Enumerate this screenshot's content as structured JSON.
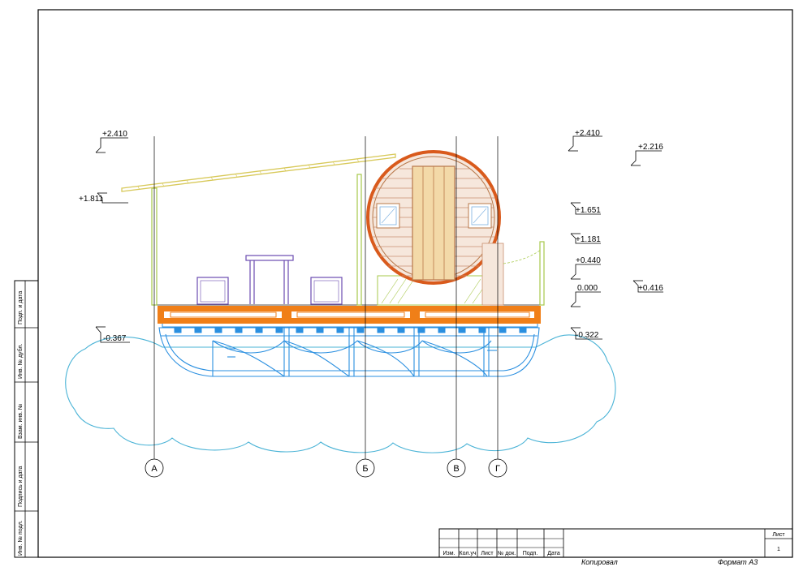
{
  "levels": [
    {
      "id": "lvl-a-top",
      "text": "+2.410"
    },
    {
      "id": "lvl-a-roof",
      "text": "+1.811"
    },
    {
      "id": "lvl-a-float",
      "text": "-0.367"
    },
    {
      "id": "lvl-r-top",
      "text": "+2.410"
    },
    {
      "id": "lvl-r-2216",
      "text": "+2.216"
    },
    {
      "id": "lvl-r-1651",
      "text": "+1.651"
    },
    {
      "id": "lvl-r-1181",
      "text": "+1.181"
    },
    {
      "id": "lvl-r-0440",
      "text": "+0.440"
    },
    {
      "id": "lvl-r-0000",
      "text": "0.000"
    },
    {
      "id": "lvl-r-0416",
      "text": "+0.416"
    },
    {
      "id": "lvl-r-0322",
      "text": "-0.322"
    }
  ],
  "axes": [
    "А",
    "Б",
    "В",
    "Г"
  ],
  "side_stamp": [
    "Инв. № подл.",
    "Подпись и дата",
    "Взам. инв. №",
    "Инв. № дубл.",
    "Подп. и дата"
  ],
  "title_block": {
    "columns": [
      "Изм.",
      "Кол.уч",
      "Лист",
      "№ док.",
      "Подп.",
      "Дата"
    ],
    "sheet_label": "Лист",
    "sheet_number": "1"
  },
  "footer": {
    "copied": "Копировал",
    "format": "Формат А3"
  },
  "colors": {
    "frame": "#000000",
    "roof": "#d8c95a",
    "post": "#a7c94b",
    "deck": "#f07f18",
    "barrel": "#d95a1c",
    "wood": "#b8784a",
    "float": "#2a8fe0",
    "water": "#4ab3d6"
  }
}
